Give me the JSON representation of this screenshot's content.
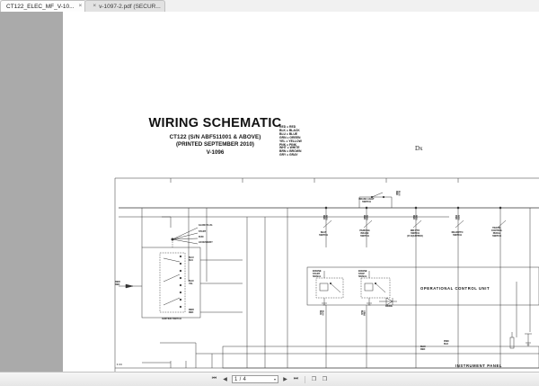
{
  "window": {
    "tabs": [
      {
        "label": "CT122_ELEC_MF_V-10...",
        "close": "×",
        "active": true
      },
      {
        "label": "v-1097-2.pdf (SECUR...",
        "close": "×",
        "active": false
      }
    ]
  },
  "document": {
    "title": "WIRING SCHEMATIC",
    "subtitle1": "CT122 (S/N ABF511001 & ABOVE)",
    "subtitle2": "(PRINTED SEPTEMBER 2010)",
    "subtitle3": "V-1096",
    "dx_mark": "Dx",
    "color_legend": [
      "RED = RED",
      "BLK = BLACK",
      "BLU = BLUE",
      "GRN = GREEN",
      "YEL = YELLOW",
      "PNK = PINK",
      "WHT = WHITE",
      "BRN = BROWN",
      "GRY = GRAY"
    ],
    "components": {
      "ignition_switch": "IGNITION SWITCH",
      "glow_plug": "GLOW PLUG",
      "start": "START",
      "run": "RUN",
      "accessory": "ACCESSORY",
      "brake_light_switch": "BRAKE LIGHT\nSWITCH",
      "seat_switch": "SEAT\nSWITCH",
      "parking_brake_switch": "PARKING\nBRAKE\nSWITCH",
      "mid_pto_switch": "MID PTO\nSWITCH\n(IF EQUIPPED)",
      "rear_pto_switch": "REAR PTO\nSWITCH",
      "travel_control_pedal_switch": "TRAVEL\nCONTROL\nPEDAL\nSWITCH",
      "operational_control_unit": "OPERATIONAL  CONTROL  UNIT",
      "instrument_panel": "INSTRUMENT PANEL",
      "engine_start_signal": "ENGINE\nSTART\nSIGNAL",
      "engine_stop_signal": "ENGINE\nSTOP\nSIGNAL",
      "diode": "DIODE",
      "grid_ref": "1 4 4"
    },
    "wire_labels": {
      "blu_blu": "BLU/\nBLU",
      "blk_yel": "BLK/\nYEL",
      "red_red_1": "RED/\nRED",
      "red_left": "RED/\nRED",
      "blu_red_top": "BLU/\nRED",
      "red_red_a": "RED/\nRED",
      "red_red_b": "RED/\nRED",
      "red_red_c": "RED/\nRED",
      "red_red_d": "RED/\nRED",
      "blk_red": "BLK/\nRED",
      "pnk_blk": "PNK/\nBLK",
      "blu_blk": "BLU/\nBLK",
      "grn_blk": "GRN/\nBLK"
    }
  },
  "toolbar": {
    "first_page_icon": "⏮",
    "prev_page_icon": "◀",
    "page_value": "1 / 4",
    "page_dropdown_icon": "▾",
    "next_page_icon": "▶",
    "last_page_icon": "⏭",
    "extra_icon_1": "❐",
    "extra_icon_2": "❒"
  }
}
